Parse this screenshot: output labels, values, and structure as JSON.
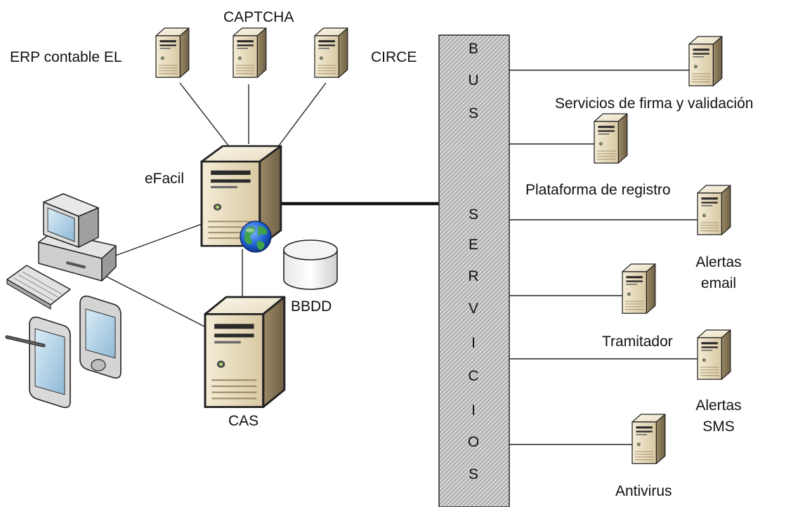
{
  "diagram": {
    "center_node": {
      "label": "eFacil"
    },
    "top_nodes": [
      {
        "label": "ERP contable EL"
      },
      {
        "label": "CAPTCHA"
      },
      {
        "label": "CIRCE"
      }
    ],
    "auth_node": {
      "label": "CAS"
    },
    "database": {
      "label": "BBDD"
    },
    "bus": {
      "letters_top": [
        "B",
        "U",
        "S"
      ],
      "letters_bottom": [
        "S",
        "E",
        "R",
        "V",
        "I",
        "C",
        "I",
        "O",
        "S"
      ]
    },
    "services": [
      {
        "label": "Servicios de firma y validación"
      },
      {
        "label": "Plataforma de registro"
      },
      {
        "label_line1": "Alertas",
        "label_line2": "email"
      },
      {
        "label": "Tramitador"
      },
      {
        "label_line1": "Alertas",
        "label_line2": "SMS"
      },
      {
        "label": "Antivirus"
      }
    ]
  }
}
